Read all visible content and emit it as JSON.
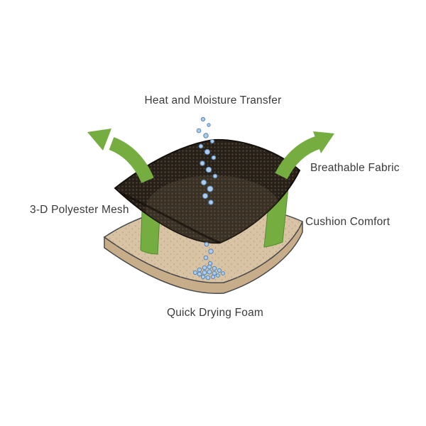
{
  "diagram": {
    "title": "Heat and Moisture Transfer fabric layer diagram",
    "labels": {
      "top": "Heat and Moisture Transfer",
      "right_upper": "Breathable Fabric",
      "left": "3-D Polyester Mesh",
      "right_lower": "Cushion Comfort",
      "bottom": "Quick Drying Foam"
    },
    "colors": {
      "mesh_dark": "#262019",
      "mesh_dot": "#554838",
      "foam_top": "#d8c3a5",
      "foam_side": "#c7ad8a",
      "foam_speckle": "#b59a74",
      "arrow_green": "#76ad41",
      "arrow_green_dark": "#4e8f2f",
      "bubble_fill": "#aecbe8",
      "bubble_stroke": "#5585b5",
      "outline": "#3f3f3f",
      "label_text": "#3a3a3a"
    }
  }
}
